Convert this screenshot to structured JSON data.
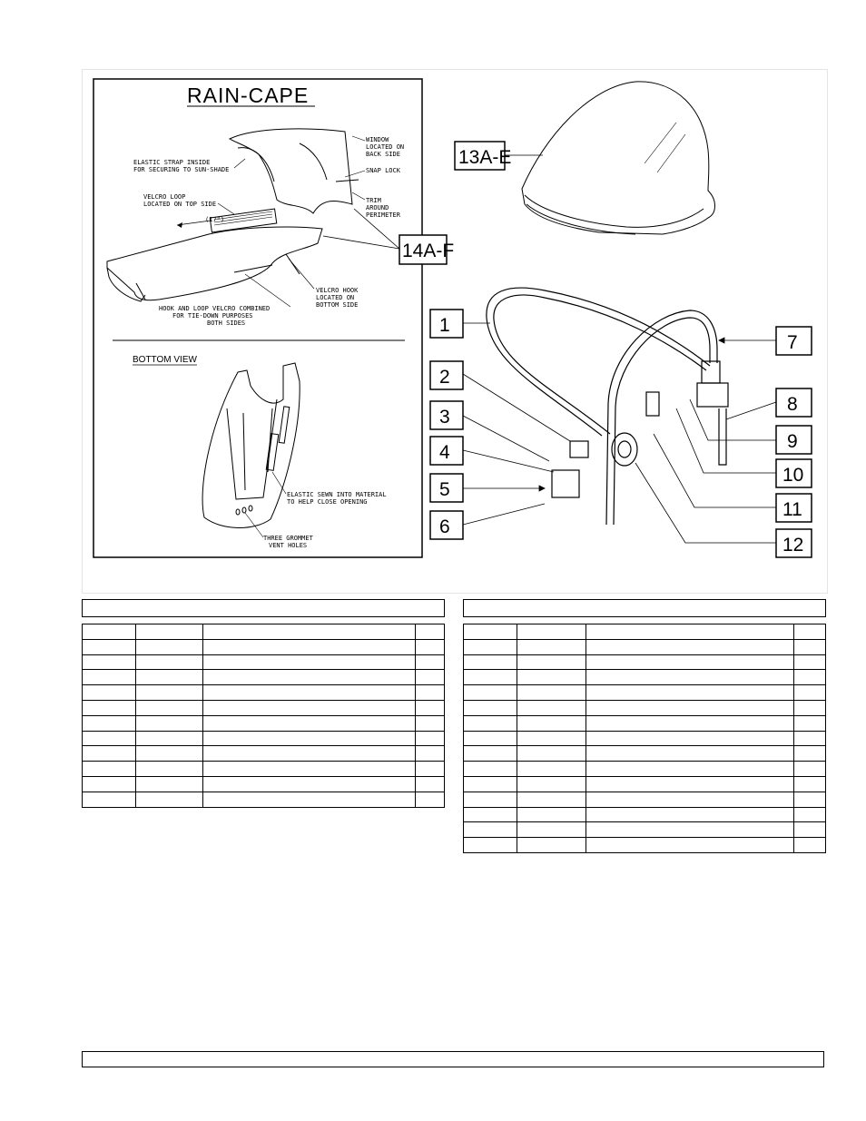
{
  "left_panel": {
    "title": "RAIN-CAPE",
    "labels": {
      "window": [
        "WINDOW",
        "LOCATED ON",
        "BACK SIDE"
      ],
      "elastic_strap": [
        "ELASTIC STRAP INSIDE",
        "FOR SECURING TO SUN-SHADE"
      ],
      "snap_lock": "SNAP LOCK",
      "trim": [
        "TRIM",
        "AROUND",
        "PERIMETER"
      ],
      "velcro_loop": [
        "VELCRO LOOP",
        "LOCATED ON TOP SIDE"
      ],
      "dimension": "(17\")",
      "velcro_hook": [
        "VELCRO HOOK",
        "LOCATED ON",
        "BOTTOM SIDE"
      ],
      "hook_and_loop": [
        "HOOK AND LOOP VELCRO COMBINED",
        "FOR TIE-DOWN PURPOSES",
        "BOTH SIDES"
      ],
      "bottom_view": "BOTTOM VIEW",
      "elastic_sewn": [
        "ELASTIC SEWN INTO MATERIAL",
        "TO HELP CLOSE OPENING"
      ],
      "grommet": [
        "THREE GROMMET",
        "VENT HOLES"
      ]
    },
    "callout": "14A-F"
  },
  "right_panel": {
    "callout_top": "13A-E",
    "callouts_left": [
      "1",
      "2",
      "3",
      "4",
      "5",
      "6"
    ],
    "callouts_right": [
      "7",
      "8",
      "9",
      "10",
      "11",
      "12"
    ]
  },
  "tables": {
    "left": {
      "header": "",
      "rows": 12
    },
    "right": {
      "header": "",
      "rows": 15
    }
  },
  "footer": {
    "text": ""
  }
}
